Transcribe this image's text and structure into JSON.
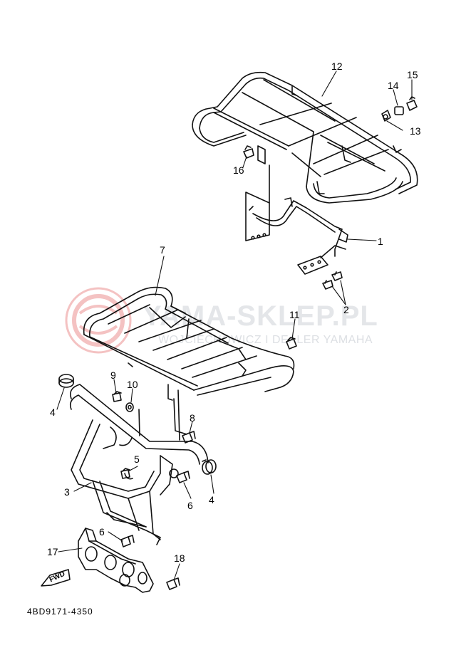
{
  "watermark": {
    "brand": "YAMA-SKLEP.PL",
    "subtitle": "WOJCIECHOWICZ I DEALER YAMAHA",
    "logo_color": "#f2b3b3"
  },
  "diagram_code": "4BD9171-4350",
  "fwd_arrow_label": "FWD",
  "callouts": [
    "1",
    "2",
    "3",
    "4",
    "5",
    "6",
    "7",
    "8",
    "9",
    "10",
    "11",
    "12",
    "13",
    "14",
    "15",
    "16",
    "17",
    "18"
  ],
  "colors": {
    "line": "#111111",
    "background": "#ffffff"
  }
}
